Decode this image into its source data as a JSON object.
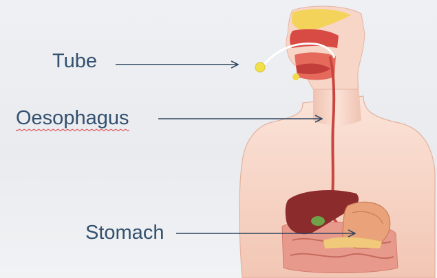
{
  "labels": {
    "tube": "Tube",
    "oesophagus": "Oesophagus",
    "stomach": "Stomach"
  },
  "colors": {
    "label_text": "#33506e",
    "arrow": "#2e4660",
    "spellcheck_underline": "#e23b3b",
    "skin": "#f6d2c2",
    "organ_red": "#c9463f",
    "liver": "#8c2b2b",
    "tube_yellow": "#f2e04a"
  },
  "icons": {
    "figure": "human-torso-anatomy",
    "connector": "arrow-right"
  }
}
